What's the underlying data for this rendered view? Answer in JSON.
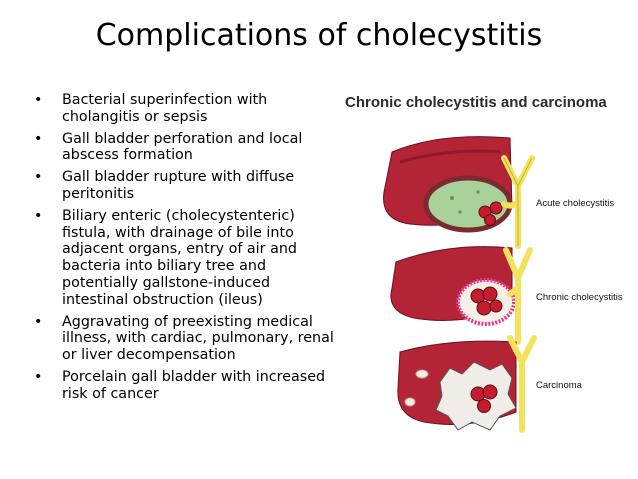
{
  "slide": {
    "title": "Complications of cholecystitis",
    "bullet_glyph": "•",
    "bullets": [
      "Bacterial superinfection with cholangitis or sepsis",
      "Gall bladder perforation and local abscess formation",
      "Gall bladder rupture with diffuse peritonitis",
      "Biliary enteric (cholecystenteric) fistula, with drainage of bile into adjacent organs, entry of air and bacteria into biliary tree and potentially gallstone-induced intestinal obstruction (ileus)",
      "Aggravating of preexisting medical illness, with cardiac, pulmonary, renal or liver decompensation",
      "Porcelain gall bladder with increased risk of cancer"
    ]
  },
  "figure": {
    "title": "Chronic cholecystitis and carcinoma",
    "labels": {
      "acute": "Acute cholecystitis",
      "chronic": "Chronic cholecystitis",
      "carcinoma": "Carcinoma"
    },
    "colors": {
      "liver": "#b32436",
      "liver_dark": "#8f1a2b",
      "duct": "#f2e25c",
      "stone": "#c41e2e",
      "acute_lumen": "#a8d29a",
      "chronic_wall": "#e83a8a"
    }
  }
}
